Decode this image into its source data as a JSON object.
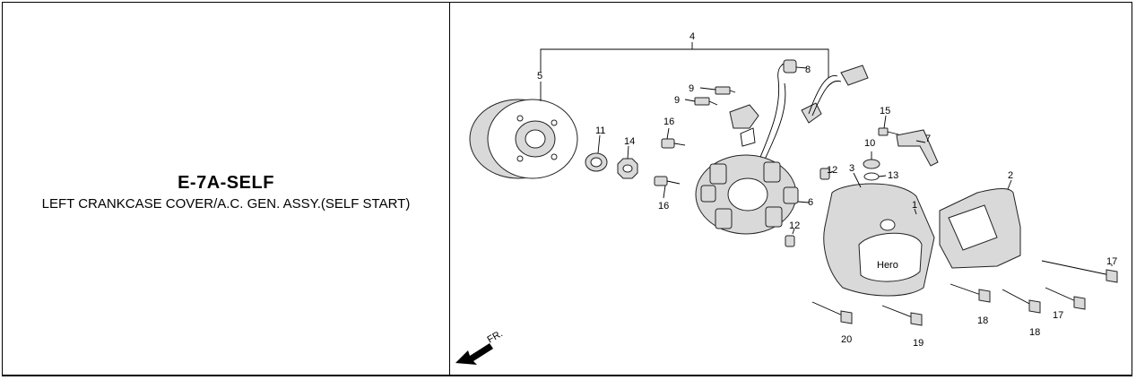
{
  "header": {
    "code": "E-7A-SELF",
    "title": "LEFT CRANKCASE COVER/A.C. GEN. ASSY.(SELF START)"
  },
  "diagram": {
    "direction_label": "FR.",
    "callouts": {
      "c1": "1",
      "c2": "2",
      "c3": "3",
      "c4": "4",
      "c5": "5",
      "c6": "6",
      "c7": "7",
      "c8": "8",
      "c9a": "9",
      "c9b": "9",
      "c10": "10",
      "c11": "11",
      "c12a": "12",
      "c12b": "12",
      "c13": "13",
      "c14": "14",
      "c15": "15",
      "c16a": "16",
      "c16b": "16",
      "c17a": "17",
      "c17b": "17",
      "c18a": "18",
      "c18b": "18",
      "c19": "19",
      "c20": "20"
    },
    "logo_text": "Hero"
  }
}
